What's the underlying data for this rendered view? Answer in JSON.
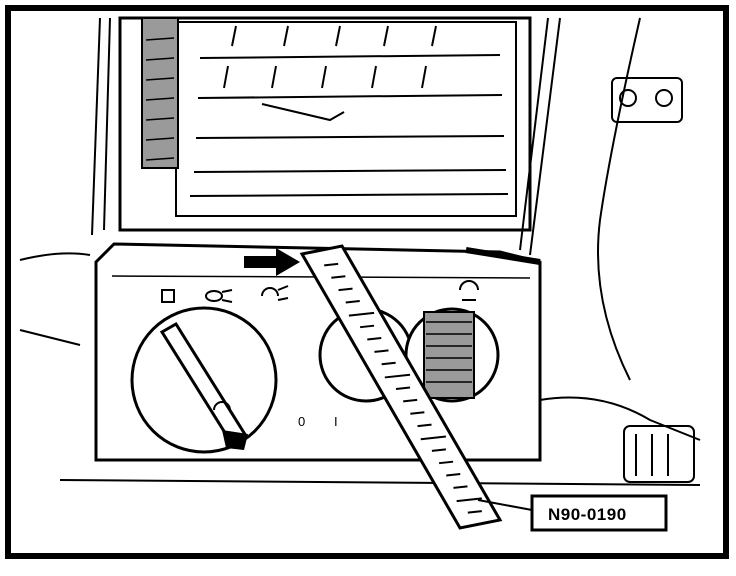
{
  "figure": {
    "reference_code": "N90-0190",
    "switch_marks": [
      "0",
      "I"
    ]
  },
  "icons": [
    "outer-frame",
    "air-vent-louvres",
    "headlight-switch-panel",
    "rotary-light-knob",
    "dimmer-wheel",
    "pointer-arrow",
    "measuring-ruler",
    "parking-light-icon",
    "low-beam-icon"
  ],
  "colors": {
    "line": "#000000",
    "background": "#ffffff",
    "shading": "#9a9a9a"
  }
}
